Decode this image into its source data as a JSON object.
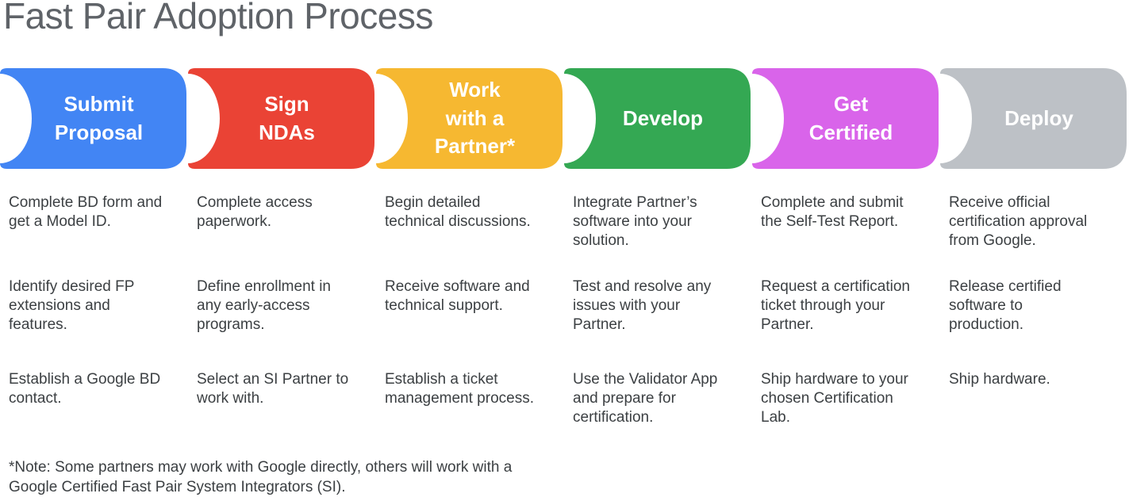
{
  "title": "Fast Pair Adoption Process",
  "note": "*Note: Some partners may work with Google directly, others will work with a\nGoogle Certified Fast Pair System Integrators (SI).",
  "colors": {
    "title_text": "#5f6368",
    "body_text": "#3c4043",
    "label_text": "#ffffff"
  },
  "stages": [
    {
      "label": "Submit\nProposal",
      "color": "#4285f4",
      "color_name": "blue",
      "steps": [
        "Complete BD form and\nget a Model ID.",
        "Identify desired FP\nextensions and\nfeatures.",
        "Establish a Google BD\ncontact."
      ]
    },
    {
      "label": "Sign\nNDAs",
      "color": "#ea4335",
      "color_name": "red",
      "steps": [
        "Complete access\npaperwork.",
        "Define enrollment in\nany early-access\nprograms.",
        "Select an SI Partner to\nwork with."
      ]
    },
    {
      "label": "Work\nwith a\nPartner*",
      "color": "#f6b831",
      "color_name": "yellow",
      "steps": [
        "Begin detailed\ntechnical discussions.",
        "Receive software and\ntechnical support.",
        "Establish a ticket\nmanagement process."
      ]
    },
    {
      "label": "Develop",
      "color": "#34a853",
      "color_name": "green",
      "steps": [
        "Integrate Partner’s\nsoftware into your\nsolution.",
        "Test and resolve any\nissues with your\nPartner.",
        "Use the Validator App\nand prepare for\ncertification."
      ]
    },
    {
      "label": "Get\nCertified",
      "color": "#d964ea",
      "color_name": "magenta",
      "steps": [
        "Complete and submit\nthe Self-Test Report.",
        "Request a certification\nticket through your\nPartner.",
        "Ship hardware to your\nchosen Certification\nLab."
      ]
    },
    {
      "label": "Deploy",
      "color": "#bdc1c6",
      "color_name": "gray",
      "steps": [
        "Receive official\ncertification approval\nfrom Google.",
        "Release certified\nsoftware to\nproduction.",
        "Ship hardware."
      ]
    }
  ]
}
